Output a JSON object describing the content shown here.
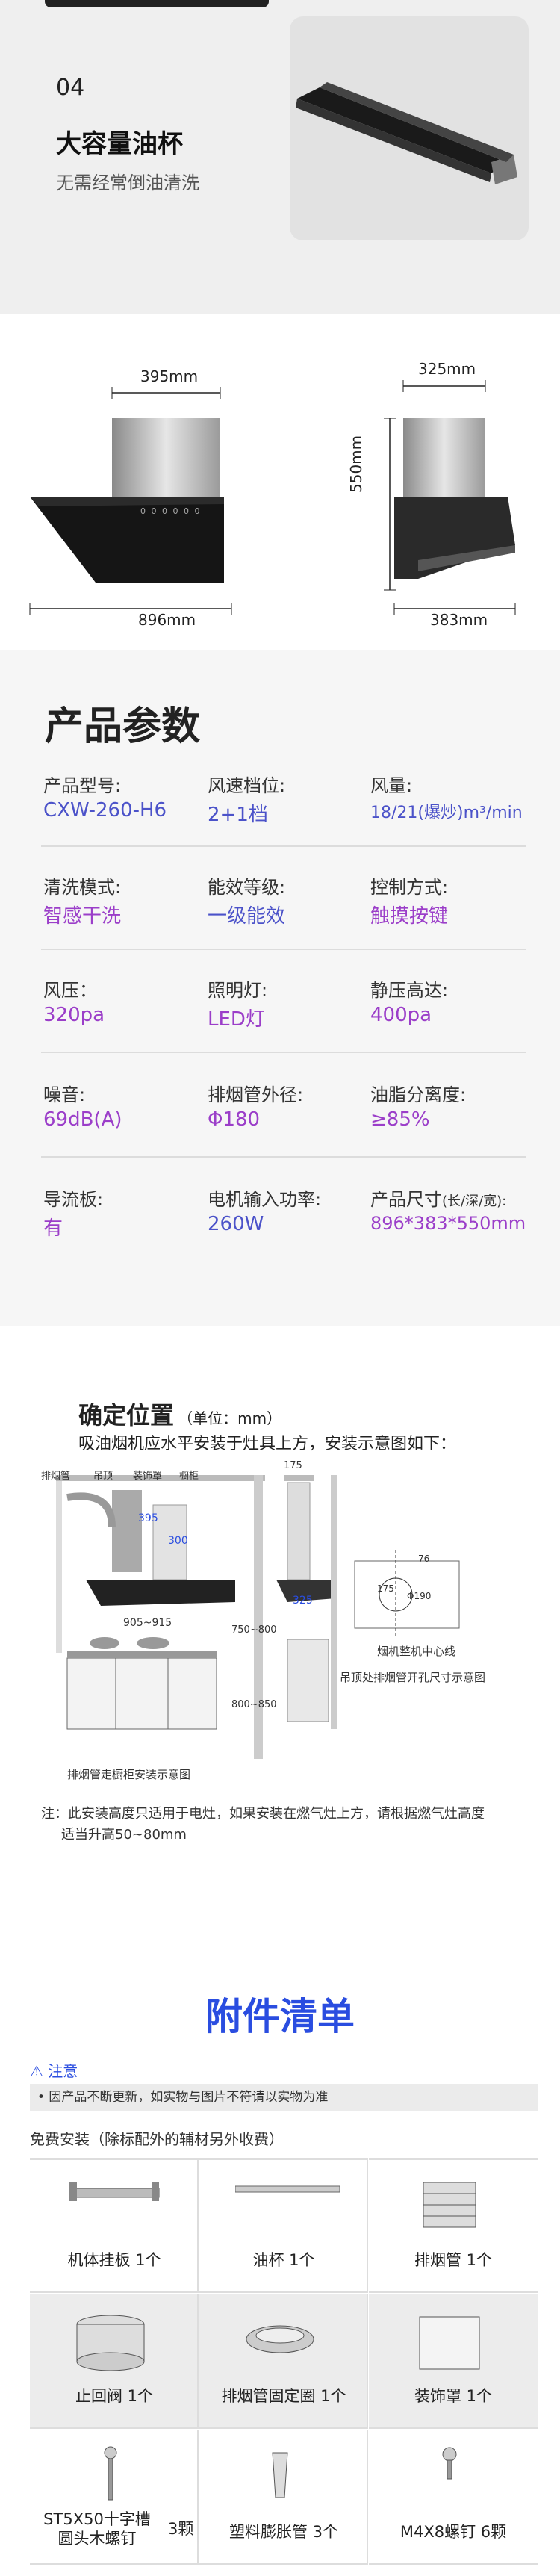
{
  "feature": {
    "number": "04",
    "title": "大容量油杯",
    "subtitle": "无需经常倒油清洗"
  },
  "dimensions": {
    "front_top_width": "395mm",
    "front_width": "896mm",
    "side_top_width": "325mm",
    "side_height": "550mm",
    "side_depth": "383mm",
    "front_badge": "0 0 0 0 0 0"
  },
  "params": {
    "title": "产品参数",
    "rows": [
      [
        {
          "label": "产品型号:",
          "value": "CXW-260-H6"
        },
        {
          "label": "风速档位:",
          "value": "2+1档"
        },
        {
          "label": "风量:",
          "value": "18/21(爆炒)m³/min"
        }
      ],
      [
        {
          "label": "清洗模式:",
          "value": "智感干洗"
        },
        {
          "label": "能效等级:",
          "value": "一级能效"
        },
        {
          "label": "控制方式:",
          "value": "触摸按键"
        }
      ],
      [
        {
          "label": "风压：",
          "value": "320pa"
        },
        {
          "label": "照明灯:",
          "value": "LED灯"
        },
        {
          "label": "静压高达:",
          "value": "400pa"
        }
      ],
      [
        {
          "label": "噪音:",
          "value": "69dB(A)"
        },
        {
          "label": "排烟管外径:",
          "value": "Φ180"
        },
        {
          "label": "油脂分离度:",
          "value": "≥85%"
        }
      ],
      [
        {
          "label": "导流板:",
          "value": "有"
        },
        {
          "label": "电机输入功率:",
          "value": "260W"
        },
        {
          "label": "产品尺寸",
          "label_small": "(长/深/宽):",
          "value": "896*383*550mm"
        }
      ]
    ]
  },
  "install": {
    "title": "确定位置",
    "unit": "（单位：mm）",
    "desc": "吸油烟机应水平安装于灶具上方，安装示意图如下：",
    "labels": [
      "排烟管",
      "吊顶",
      "装饰罩",
      "橱柜"
    ],
    "d395": "395",
    "d300": "300",
    "d905": "905~915",
    "d750": "750~800",
    "d800": "800~850",
    "d175": "175",
    "d325": "325",
    "d76": "76",
    "d175b": "175",
    "d190": "Φ190",
    "caption_left": "排烟管走橱柜安装示意图",
    "caption_center": "烟机整机中心线",
    "caption_right": "吊顶处排烟管开孔尺寸示意图",
    "note1": "注：此安装高度只适用于电灶，如果安装在燃气灶上方，请根据燃气灶高度",
    "note2": "适当升高50~80mm"
  },
  "accessories": {
    "title": "附件清单",
    "warn": "注意",
    "notice": "• 因产品不断更新，如实物与图片不符请以实物为准",
    "free": "免费安装（除标配外的辅材另外收费）",
    "items": [
      {
        "name": "机体挂板  1个",
        "icon": "bracket-icon"
      },
      {
        "name": "油杯  1个",
        "icon": "oil-cup-icon"
      },
      {
        "name": "排烟管  1个",
        "icon": "exhaust-pipe-icon"
      },
      {
        "name": "止回阀   1个",
        "icon": "check-valve-icon"
      },
      {
        "name": "排烟管固定圈  1个",
        "icon": "pipe-ring-icon"
      },
      {
        "name": "装饰罩   1个",
        "icon": "cover-icon"
      },
      {
        "name": "ST5X50十字槽\n圆头木螺钉",
        "icon": "screw-icon",
        "count": "3颗"
      },
      {
        "name": "塑料膨胀管  3个",
        "icon": "anchor-icon"
      },
      {
        "name": "M4X8螺钉  6颗",
        "icon": "small-screw-icon"
      }
    ]
  },
  "colors": {
    "accent": "#4b52c9",
    "purple": "#9b3ec9",
    "title_blue": "#2a4de0"
  }
}
